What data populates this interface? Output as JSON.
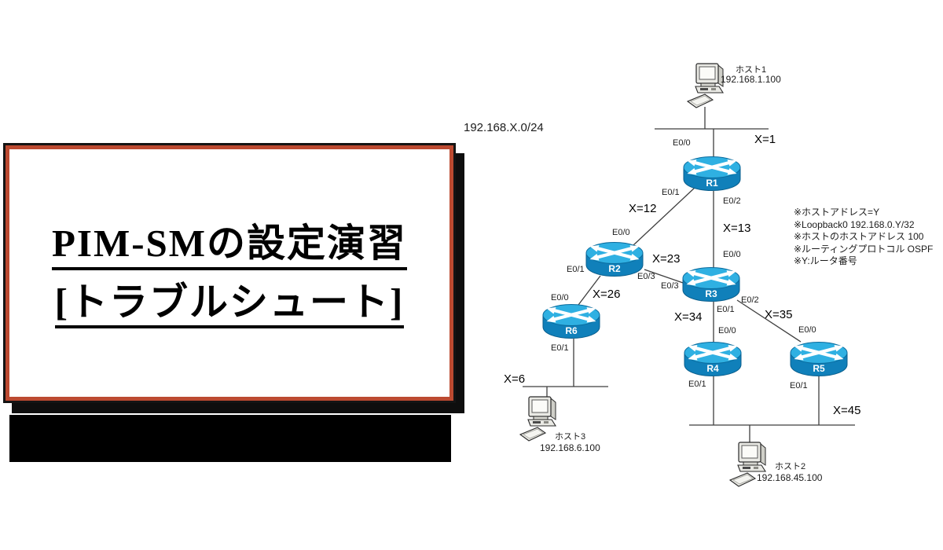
{
  "slide": {
    "title_line1": "PIM-SMの設定演習",
    "title_line2": "[トラブルシュート]",
    "accent_border_color": "#bc4a31"
  },
  "diagram": {
    "network_label": "192.168.X.0/24",
    "notes": [
      "※ホストアドレス=Y",
      "※Loopback0 192.168.0.Y/32",
      "※ホストのホストアドレス 100",
      "※ルーティングプロトコル OSPF",
      "※Y:ルータ番号"
    ],
    "routers": {
      "r1": "R1",
      "r2": "R2",
      "r3": "R3",
      "r4": "R4",
      "r5": "R5",
      "r6": "R6"
    },
    "hosts": {
      "host1": {
        "name": "ホスト1",
        "ip": "192.168.1.100"
      },
      "host2": {
        "name": "ホスト2",
        "ip": "192.168.45.100"
      },
      "host3": {
        "name": "ホスト3",
        "ip": "192.168.6.100"
      }
    },
    "interfaces": {
      "r1_e00": "E0/0",
      "r1_e01": "E0/1",
      "r1_e02": "E0/2",
      "r2_e00": "E0/0",
      "r2_e01": "E0/1",
      "r2_e03": "E0/3",
      "r3_e00": "E0/0",
      "r3_e01": "E0/1",
      "r3_e02": "E0/2",
      "r3_e03": "E0/3",
      "r4_e00": "E0/0",
      "r4_e01": "E0/1",
      "r5_e00": "E0/0",
      "r5_e01": "E0/1",
      "r6_e00": "E0/0",
      "r6_e01": "E0/1"
    },
    "segments": {
      "x1": "X=1",
      "x12": "X=12",
      "x13": "X=13",
      "x23": "X=23",
      "x26": "X=26",
      "x34": "X=34",
      "x35": "X=35",
      "x45": "X=45",
      "x6": "X=6"
    },
    "colors": {
      "router_top": "#2fb0e2",
      "router_body": "#1080ba",
      "line": "#3f3f3f"
    }
  }
}
